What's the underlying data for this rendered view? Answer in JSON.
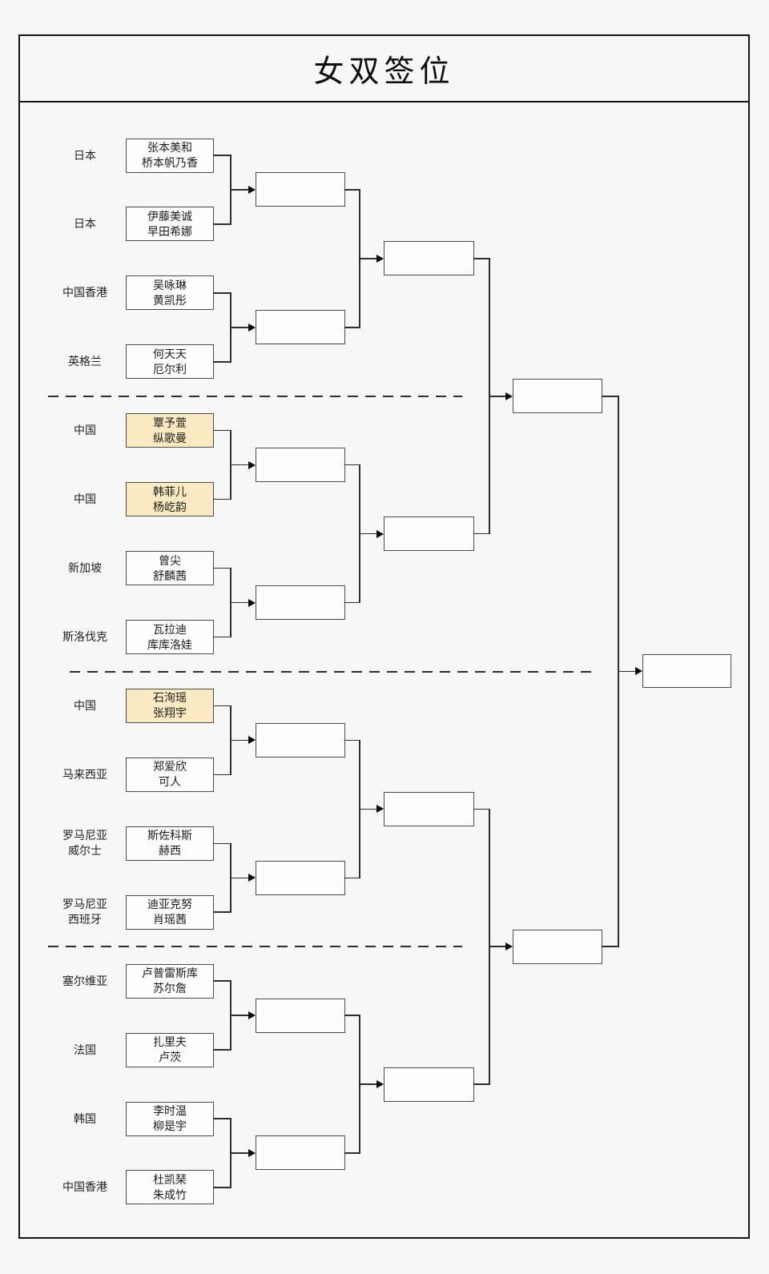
{
  "title": "女双签位",
  "colors": {
    "title_bg": "#fcf0cf",
    "highlight_bg": "#fbeac1",
    "box_border": "#4c4c4c",
    "frame_border": "#141414",
    "page_bg": "#f7f7f7"
  },
  "bracket": {
    "entries": [
      {
        "country": [
          "日本"
        ],
        "players": [
          "张本美和",
          "桥本帆乃香"
        ],
        "highlight": false
      },
      {
        "country": [
          "日本"
        ],
        "players": [
          "伊藤美诚",
          "早田希娜"
        ],
        "highlight": false
      },
      {
        "country": [
          "中国香港"
        ],
        "players": [
          "吴咏琳",
          "黄凯彤"
        ],
        "highlight": false
      },
      {
        "country": [
          "英格兰"
        ],
        "players": [
          "何天天",
          "厄尔利"
        ],
        "highlight": false
      },
      {
        "country": [
          "中国"
        ],
        "players": [
          "覃予萱",
          "纵歌曼"
        ],
        "highlight": true
      },
      {
        "country": [
          "中国"
        ],
        "players": [
          "韩菲儿",
          "杨屹韵"
        ],
        "highlight": true
      },
      {
        "country": [
          "新加坡"
        ],
        "players": [
          "曾尖",
          "舒麟茜"
        ],
        "highlight": false
      },
      {
        "country": [
          "斯洛伐克"
        ],
        "players": [
          "瓦拉迪",
          "库库洛娃"
        ],
        "highlight": false
      },
      {
        "country": [
          "中国"
        ],
        "players": [
          "石洵瑶",
          "张翔宇"
        ],
        "highlight": true
      },
      {
        "country": [
          "马来西亚"
        ],
        "players": [
          "郑爱欣",
          "可人"
        ],
        "highlight": false
      },
      {
        "country": [
          "罗马尼亚",
          "威尔士"
        ],
        "players": [
          "斯佐科斯",
          "赫西"
        ],
        "highlight": false
      },
      {
        "country": [
          "罗马尼亚",
          "西班牙"
        ],
        "players": [
          "迪亚克努",
          "肖瑶茜"
        ],
        "highlight": false
      },
      {
        "country": [
          "塞尔维亚"
        ],
        "players": [
          "卢普雷斯库",
          "苏尔詹"
        ],
        "highlight": false
      },
      {
        "country": [
          "法国"
        ],
        "players": [
          "扎里夫",
          "卢茨"
        ],
        "highlight": false
      },
      {
        "country": [
          "韩国"
        ],
        "players": [
          "李时温",
          "柳是宇"
        ],
        "highlight": false
      },
      {
        "country": [
          "中国香港"
        ],
        "players": [
          "杜凯琹",
          "朱成竹"
        ],
        "highlight": false
      }
    ]
  }
}
